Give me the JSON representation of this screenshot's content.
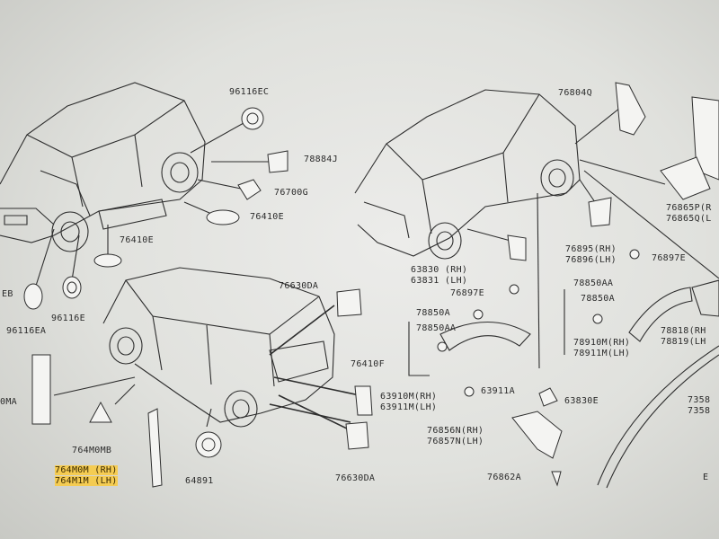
{
  "parts": [
    {
      "id": "p-96116ec",
      "text": "96116EC"
    },
    {
      "id": "p-78884j",
      "text": "78884J"
    },
    {
      "id": "p-76700g",
      "text": "76700G"
    },
    {
      "id": "p-76410e-a",
      "text": "76410E"
    },
    {
      "id": "p-76410e-b",
      "text": "76410E"
    },
    {
      "id": "p-eb",
      "text": "EB"
    },
    {
      "id": "p-96116ea",
      "text": "96116EA"
    },
    {
      "id": "p-96116e",
      "text": "96116E"
    },
    {
      "id": "p-76630da-a",
      "text": "76630DA"
    },
    {
      "id": "p-76410f",
      "text": "76410F"
    },
    {
      "id": "p-0ma",
      "text": "0MA"
    },
    {
      "id": "p-764m0mb",
      "text": "764M0MB"
    },
    {
      "id": "p-764m0m",
      "text": "764M0M (RH)"
    },
    {
      "id": "p-764m1m",
      "text": "764M1M (LH)"
    },
    {
      "id": "p-64891",
      "text": "64891"
    },
    {
      "id": "p-76630da-b",
      "text": "76630DA"
    },
    {
      "id": "p-76804q",
      "text": "76804Q"
    },
    {
      "id": "p-76865p",
      "text": "76865P(R"
    },
    {
      "id": "p-76865q",
      "text": "76865Q(L"
    },
    {
      "id": "p-76895",
      "text": "76895(RH)"
    },
    {
      "id": "p-76896",
      "text": "76896(LH)"
    },
    {
      "id": "p-76897e-a",
      "text": "76897E"
    },
    {
      "id": "p-63830",
      "text": "63830 (RH)"
    },
    {
      "id": "p-63831",
      "text": "63831 (LH)"
    },
    {
      "id": "p-76897e-b",
      "text": "76897E"
    },
    {
      "id": "p-78850aa-a",
      "text": "78850AA"
    },
    {
      "id": "p-78850a-a",
      "text": "78850A"
    },
    {
      "id": "p-78850a-b",
      "text": "78850A"
    },
    {
      "id": "p-78850aa-b",
      "text": "78850AA"
    },
    {
      "id": "p-78910m",
      "text": "78910M(RH)"
    },
    {
      "id": "p-78911m",
      "text": "78911M(LH)"
    },
    {
      "id": "p-78818",
      "text": "78818(RH"
    },
    {
      "id": "p-78819",
      "text": "78819(LH"
    },
    {
      "id": "p-63910m",
      "text": "63910M(RH)"
    },
    {
      "id": "p-63911m",
      "text": "63911M(LH)"
    },
    {
      "id": "p-63911a",
      "text": "63911A"
    },
    {
      "id": "p-63830e",
      "text": "63830E"
    },
    {
      "id": "p-76856n",
      "text": "76856N(RH)"
    },
    {
      "id": "p-76857n",
      "text": "76857N(LH)"
    },
    {
      "id": "p-76862a",
      "text": "76862A"
    },
    {
      "id": "p-7358a",
      "text": "7358"
    },
    {
      "id": "p-7358b",
      "text": "7358"
    },
    {
      "id": "p-e",
      "text": "E"
    }
  ],
  "colors": {
    "line": "#2e2e2e",
    "paper": "#e8e8e5",
    "highlight": "#ffc828"
  }
}
